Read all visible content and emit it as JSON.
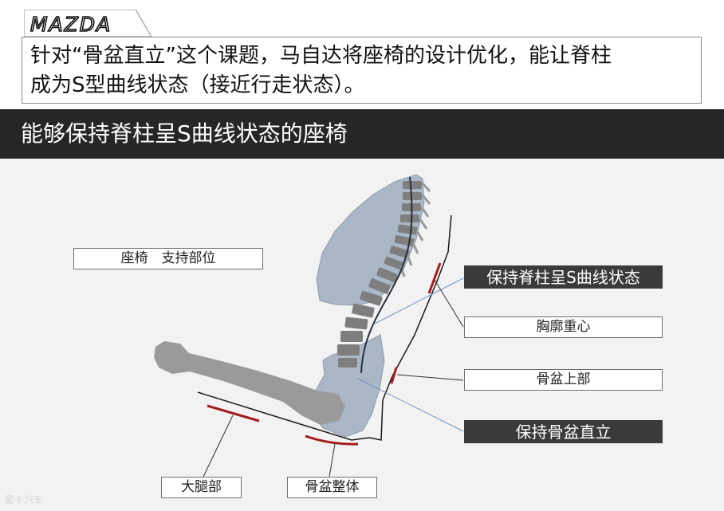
{
  "brand": {
    "logo_text": "MAZDA"
  },
  "intro": {
    "line1": "针对“骨盆直立”这个课题，马自达将座椅的设计优化，能让脊柱",
    "line2": "成为S型曲线状态（接近行走状态）。"
  },
  "title": "能够保持脊柱呈S曲线状态的座椅",
  "labels": {
    "seat_support": "座椅　支持部位",
    "keep_spine_s": "保持脊柱呈S曲线状态",
    "chest_center": "胸廓重心",
    "pelvis_upper": "骨盆上部",
    "keep_pelvis_upright": "保持骨盆直立",
    "thigh": "大腿部",
    "pelvis_whole": "骨盆整体"
  },
  "watermark": "爱卡汽车",
  "colors": {
    "title_bar": "#262626",
    "diagram_bg": "#f2f2f2",
    "support_marks": "#a31c1c",
    "leader_blue": "#6f93c4",
    "body_fill": "#a9b7c6"
  }
}
